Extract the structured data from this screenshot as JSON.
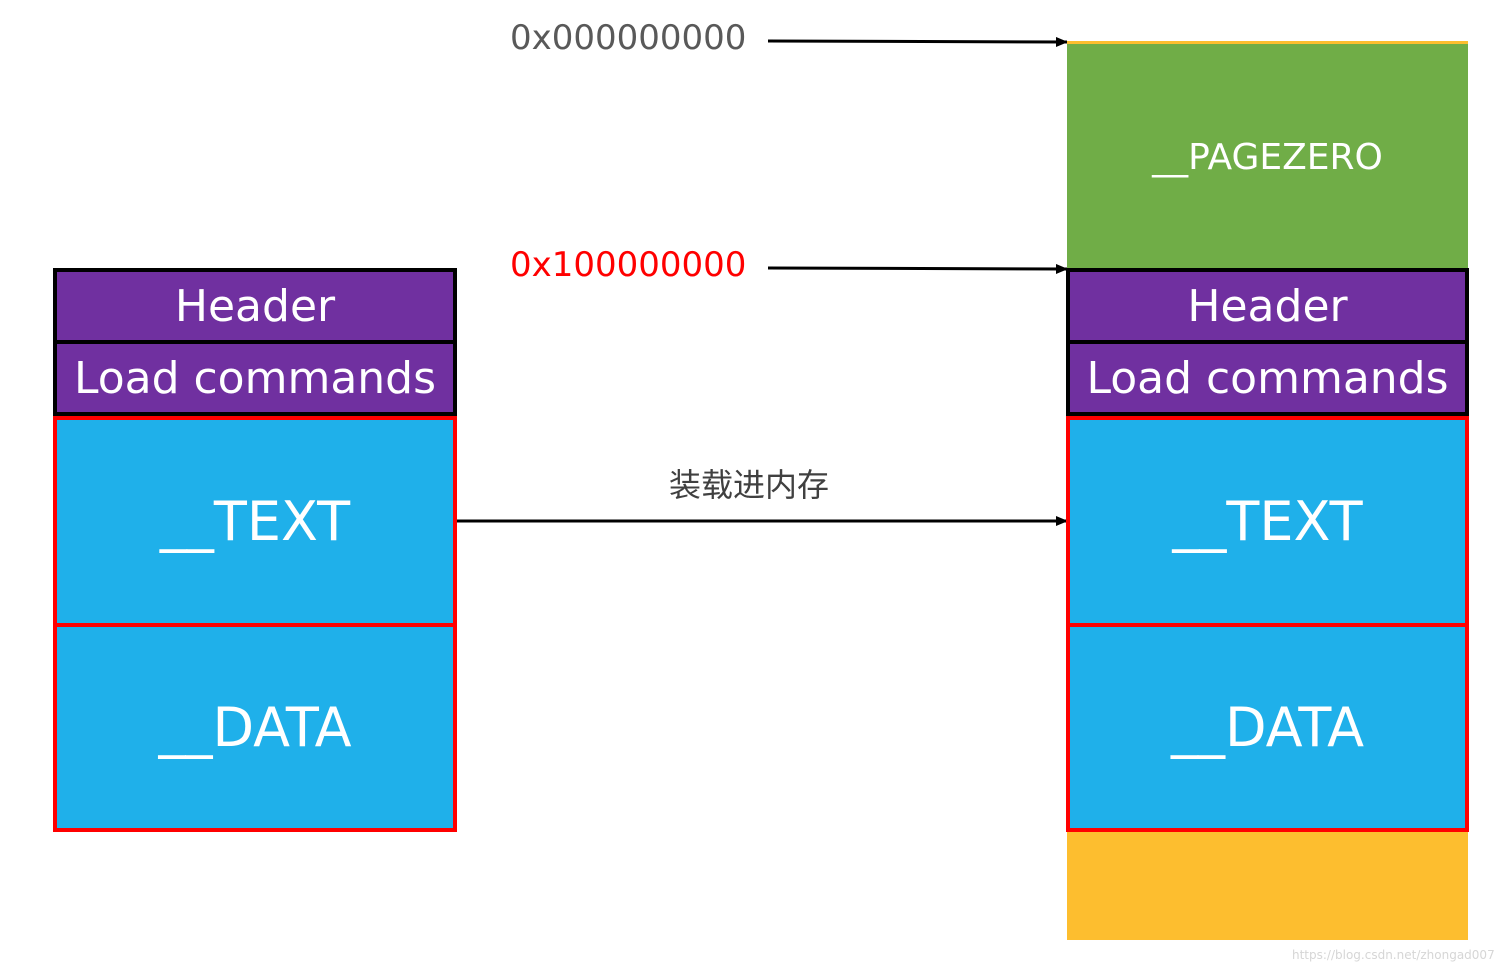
{
  "addresses": {
    "zero": "0x000000000",
    "base": "0x100000000"
  },
  "arrow_caption": "装载进内存",
  "file_layout": {
    "header": "Header",
    "load_commands": "Load commands",
    "text": "__TEXT",
    "data": "__DATA"
  },
  "memory_layout": {
    "pagezero": "__PAGEZERO",
    "header": "Header",
    "load_commands": "Load commands",
    "text": "__TEXT",
    "data": "__DATA"
  },
  "watermark": "https://blog.csdn.net/zhongad007",
  "colors": {
    "header_fill": "#7030a0",
    "segment_fill": "#1fb0ea",
    "segment_border": "#ff0000",
    "pagezero_fill": "#70ad47",
    "tail_fill": "#fdbe2f",
    "base_address": "#ff0000",
    "zero_address": "#595959"
  }
}
